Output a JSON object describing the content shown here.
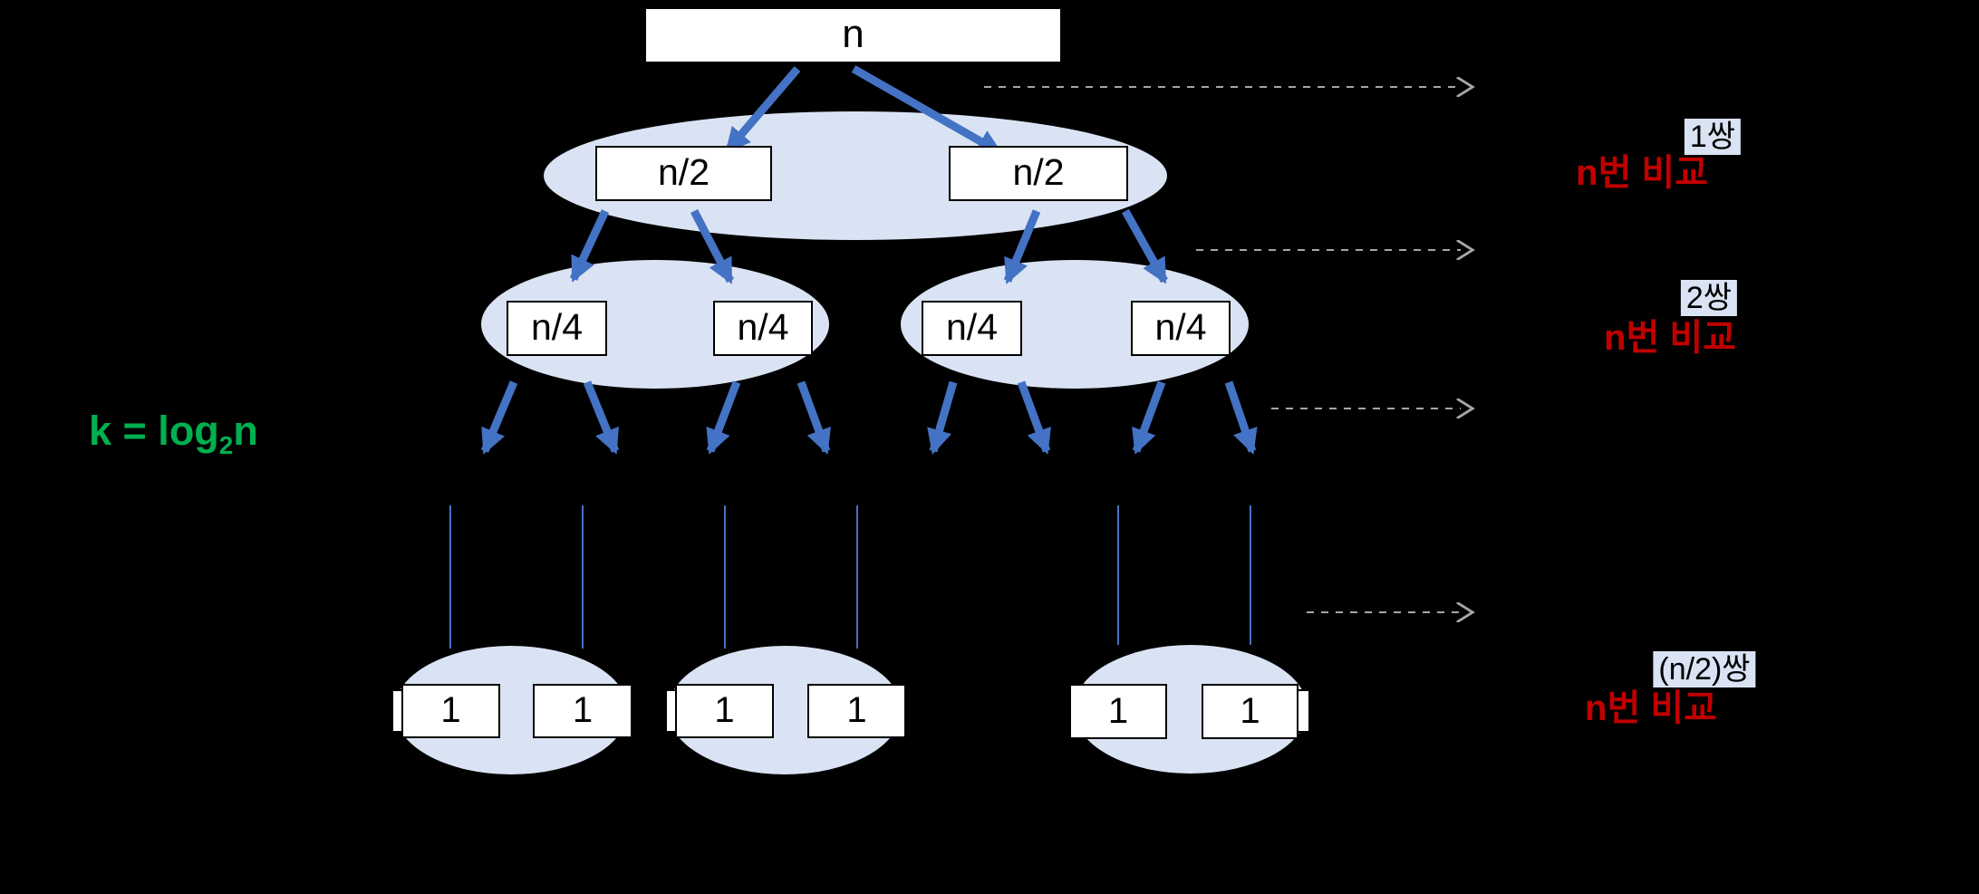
{
  "nodes": {
    "root": "n",
    "level2": [
      "n/2",
      "n/2"
    ],
    "level3": [
      "n/4",
      "n/4",
      "n/4",
      "n/4"
    ],
    "leaves": [
      "1",
      "1",
      "1",
      "1",
      "1",
      "1"
    ]
  },
  "formula": {
    "prefix": "k = log",
    "subscript": "2",
    "suffix": "n"
  },
  "annotations": [
    {
      "pair_label": "1쌍",
      "comparison_label": "n번 비교"
    },
    {
      "pair_label": "2쌍",
      "comparison_label": "n번 비교"
    },
    {
      "pair_label": "(n/2)쌍",
      "comparison_label": "n번 비교"
    }
  ],
  "colors": {
    "background": "#000000",
    "arrow_blue": "#4472c4",
    "group_ellipse_fill": "#dae3f3",
    "node_fill": "#ffffff",
    "node_border": "#000000",
    "comparison_text_red": "#c00000",
    "formula_green": "#00b050",
    "pair_highlight_bg": "#dae3f3",
    "dashed_arrow_gray": "#a6a6a6",
    "continuation_line_blue": "#4472c4"
  }
}
